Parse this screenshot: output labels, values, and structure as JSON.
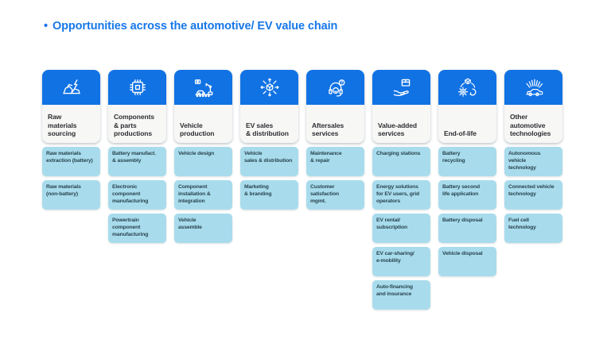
{
  "title": {
    "bullet": "•",
    "text": "Opportunities across the automotive/ EV value chain"
  },
  "colors": {
    "accent": "#1777e8",
    "header_blue": "#1172e4",
    "header_label_bg": "#f7f7f5",
    "header_label_text": "#2e2e33",
    "item_bg": "#a8dcec",
    "item_text": "#29434e"
  },
  "columns": [
    {
      "label": "Raw\nmaterials\nsourcing",
      "icon": "raw-materials-icon",
      "items": [
        "Raw materials\nextraction (battery)",
        "Raw materials\n(non-battery)"
      ]
    },
    {
      "label": "Components\n& parts\nproductions",
      "icon": "chip-icon",
      "items": [
        "Battery manufact.\n& assembly",
        "Electronic\ncomponent\nmanufacturing",
        "Powertrain\ncomponent\nmanufacturing"
      ]
    },
    {
      "label": "Vehicle\nproduction",
      "icon": "assembly-robot-icon",
      "items": [
        "Vehicle design",
        "Component\ninstallation &\nintegration",
        "Vehicle\nassemble"
      ]
    },
    {
      "label": "EV sales\n& distribution",
      "icon": "distribution-icon",
      "items": [
        "Vehicle\nsales & distribution",
        "Marketing\n& branding"
      ]
    },
    {
      "label": "Aftersales\nservices",
      "icon": "headset-support-icon",
      "items": [
        "Maintenance\n& repair",
        "Customer\nsatisfaction\nmgmt."
      ]
    },
    {
      "label": "Value-added\nservices",
      "icon": "hand-box-icon",
      "items": [
        "Charging stations",
        "Energy solutions\nfor EV users, grid\noperators",
        "EV rental/\nsubscription",
        "EV car-sharing/\ne-mobility",
        "Auto-financing\nand insurance"
      ]
    },
    {
      "label": "End-of-life",
      "icon": "recycle-icon",
      "items": [
        "Battery\nrecycling",
        "Battery second\nlife application",
        "Battery disposal",
        "Vehicle disposal"
      ]
    },
    {
      "label": "Other\nautomotive\ntechnologies",
      "icon": "connected-car-icon",
      "items": [
        "Autonomous\nvehicle\ntechnology",
        "Connected vehicle\ntechnology",
        "Fuel cell\ntechnology"
      ]
    }
  ]
}
